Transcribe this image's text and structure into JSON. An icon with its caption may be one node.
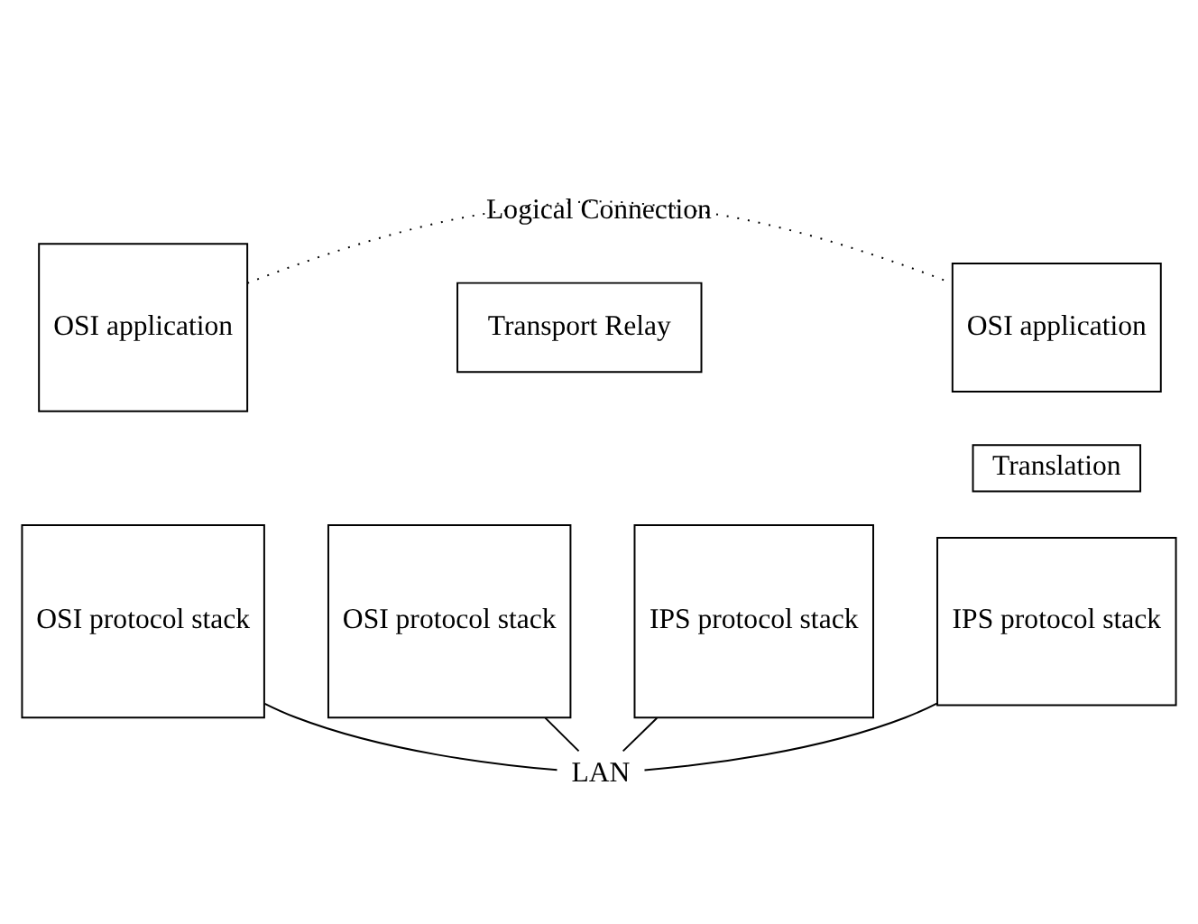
{
  "diagram": {
    "nodes": [
      {
        "text": [
          "OSI application"
        ]
      },
      {
        "text": [
          "OSI protocol stack"
        ]
      },
      {
        "text": [
          "Transport Relay"
        ]
      },
      {
        "text": [
          "OSI protocol stack"
        ]
      },
      {
        "text": [
          "IPS protocol stack"
        ]
      },
      {
        "text": [
          "OSI application"
        ]
      },
      {
        "text": [
          "Translation"
        ]
      },
      {
        "text": [
          "IPS protocol stack"
        ]
      },
      {
        "text": [
          "LAN"
        ]
      }
    ],
    "edges": [
      {
        "from": 0,
        "to": 5,
        "arrow": "none",
        "style": "dashed",
        "label": "Logical Connection"
      },
      {
        "from": 1,
        "to": 8,
        "arrow": "none"
      },
      {
        "from": 3,
        "to": 8,
        "arrow": "none"
      },
      {
        "from": 4,
        "to": 8,
        "arrow": "none"
      },
      {
        "from": 7,
        "to": 8,
        "arrow": "none"
      }
    ]
  }
}
